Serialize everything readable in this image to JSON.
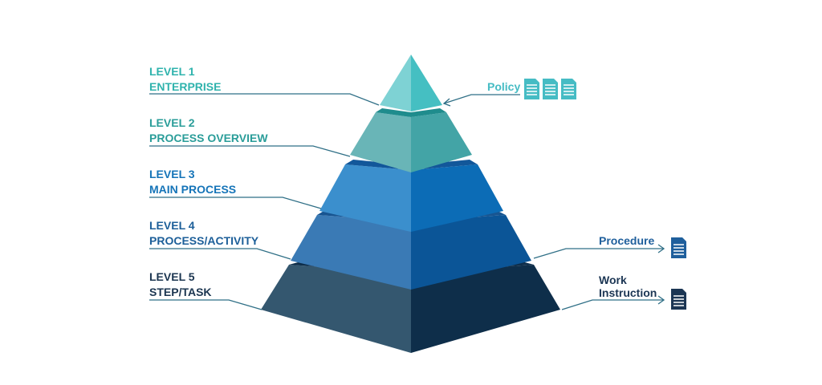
{
  "levels": [
    {
      "number": "LEVEL 1",
      "name": "ENTERPRISE",
      "color": "#2fb3ad"
    },
    {
      "number": "LEVEL 2",
      "name": "PROCESS OVERVIEW",
      "color": "#2a9d99"
    },
    {
      "number": "LEVEL 3",
      "name": "MAIN PROCESS",
      "color": "#1574b8"
    },
    {
      "number": "LEVEL 4",
      "name": "PROCESS/ACTIVITY",
      "color": "#1d5f99"
    },
    {
      "number": "LEVEL 5",
      "name": "STEP/TASK",
      "color": "#1b3550"
    }
  ],
  "documents": {
    "policy": {
      "label": "Policy",
      "icon": "document-icon",
      "count": 3,
      "color": "#46bcc4"
    },
    "procedure": {
      "label": "Procedure",
      "icon": "document-icon",
      "count": 1,
      "color": "#1f5f9c"
    },
    "work_instruction": {
      "label_line1": "Work",
      "label_line2": "Instruction",
      "icon": "document-icon",
      "count": 1,
      "color": "#1c3654"
    }
  },
  "colors": {
    "tier1_left": "#7ed2d4",
    "tier1_right": "#45bfc2",
    "tier1_band": "#1f8c8d",
    "tier2_left": "#69b5b7",
    "tier2_right": "#43a4a6",
    "tier2_band": "#12579a",
    "tier3_left": "#3b8fcd",
    "tier3_right": "#0c6cb6",
    "tier3_band": "#185591",
    "tier4_left": "#3a7ab5",
    "tier4_right": "#0b5597",
    "tier4_band": "#0e2e4b",
    "tier5_left": "#34576f",
    "tier5_right": "#0e2e4a",
    "connector": "#2f6f86"
  }
}
